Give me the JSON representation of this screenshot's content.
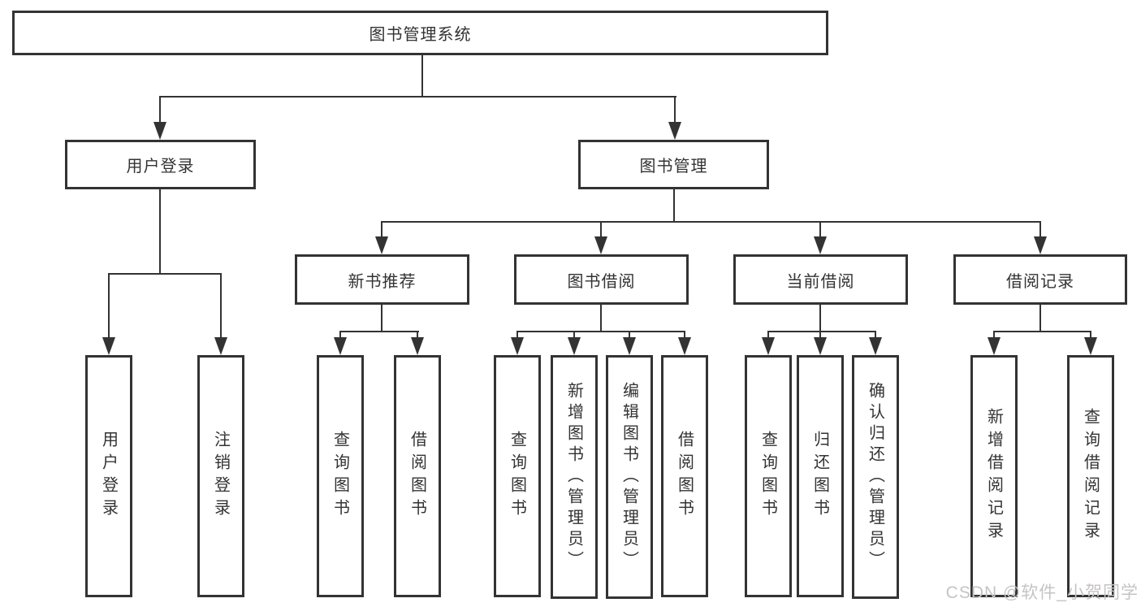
{
  "diagram": {
    "root": {
      "label": "图书管理系统"
    },
    "level2": {
      "user_login": {
        "label": "用户登录"
      },
      "book_mgmt": {
        "label": "图书管理"
      }
    },
    "level3": {
      "new_books": {
        "label": "新书推荐"
      },
      "book_borrow": {
        "label": "图书借阅"
      },
      "current_borrow": {
        "label": "当前借阅"
      },
      "borrow_records": {
        "label": "借阅记录"
      }
    },
    "leaves": {
      "login": {
        "label": "用户登录"
      },
      "logout": {
        "label": "注销登录"
      },
      "nb_query": {
        "label": "查询图书"
      },
      "nb_borrow": {
        "label": "借阅图书"
      },
      "bb_query": {
        "label": "查询图书"
      },
      "bb_add": {
        "label": "新增图书（管理员）"
      },
      "bb_edit": {
        "label": "编辑图书（管理员）"
      },
      "bb_borrow": {
        "label": "借阅图书"
      },
      "cb_query": {
        "label": "查询图书"
      },
      "cb_return": {
        "label": "归还图书"
      },
      "cb_confirm": {
        "label": "确认归还（管理员）"
      },
      "br_add": {
        "label": "新增借阅记录"
      },
      "br_query": {
        "label": "查询借阅记录"
      }
    }
  },
  "watermark": {
    "text": "CSDN @软件_小贺同学"
  },
  "colors": {
    "line": "#333333",
    "text": "#333333",
    "background": "#ffffff",
    "watermark": "#c7c3c3"
  }
}
